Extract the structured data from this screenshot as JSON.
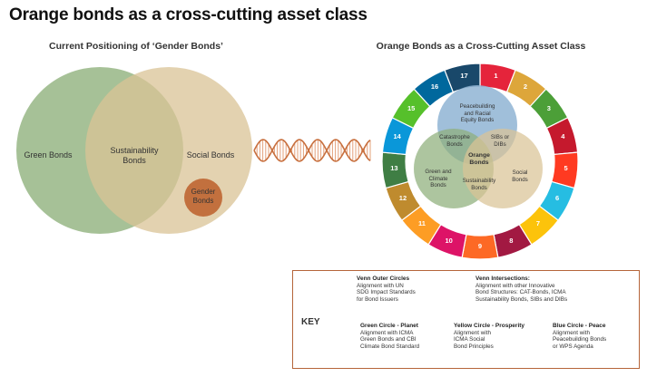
{
  "title": "Orange bonds as a cross-cutting asset class",
  "left_panel": {
    "subtitle": "Current Positioning of ‘Gender Bonds’",
    "green": "Green Bonds",
    "sustainability_1": "Sustainability",
    "sustainability_2": "Bonds",
    "social": "Social Bonds",
    "gender_1": "Gender",
    "gender_2": "Bonds"
  },
  "right_panel": {
    "subtitle": "Orange Bonds as a Cross-Cutting Asset Class",
    "peace_1": "Peacebuilding",
    "peace_2": "and Racial",
    "peace_3": "Equity Bonds",
    "cat_1": "Catastrophe",
    "cat_2": "Bonds",
    "sibs_1": "SIBs or",
    "sibs_2": "DIBs",
    "orange_1": "Orange",
    "orange_2": "Bonds",
    "green_1": "Green and",
    "green_2": "Climate",
    "green_3": "Bonds",
    "sust_1": "Sustainability",
    "sust_2": "Bonds",
    "social_1": "Social",
    "social_2": "Bonds",
    "sdg_numbers": [
      "1",
      "2",
      "3",
      "4",
      "5",
      "6",
      "7",
      "8",
      "9",
      "10",
      "11",
      "12",
      "13",
      "14",
      "15",
      "16",
      "17"
    ],
    "sdg_colors": [
      "#e5243b",
      "#dda63a",
      "#4c9f38",
      "#c5192d",
      "#ff3a21",
      "#26bde2",
      "#fcc30b",
      "#a21942",
      "#fd6925",
      "#dd1367",
      "#fd9d24",
      "#bf8b2e",
      "#3f7e44",
      "#0a97d9",
      "#56c02b",
      "#00689d",
      "#19486a"
    ]
  },
  "key": {
    "label": "KEY",
    "outer_title": "Venn Outer Circles",
    "outer_1": "Alignment with UN",
    "outer_2": "SDG Impact Standards",
    "outer_3": "for Bond Issuers",
    "inter_title": "Venn Intersections:",
    "inter_1": "Alignment with other Innovative",
    "inter_2": "Bond Structures: CAT-Bonds, ICMA",
    "inter_3": "Sustainability Bonds, SIBs and DIBs",
    "green_title": "Green Circle - Planet",
    "green_1": "Alignment with ICMA",
    "green_2": "Green Bonds and CBI",
    "green_3": "Climate Bond Standard",
    "yellow_title": "Yellow Circle - Prosperity",
    "yellow_1": "Alignment with",
    "yellow_2": "ICMA Social",
    "yellow_3": "Bond Principles",
    "blue_title": "Blue Circle - Peace",
    "blue_1": "Alignment with",
    "blue_2": "Peacebuilding Bonds",
    "blue_3": "or WPS Agenda"
  }
}
